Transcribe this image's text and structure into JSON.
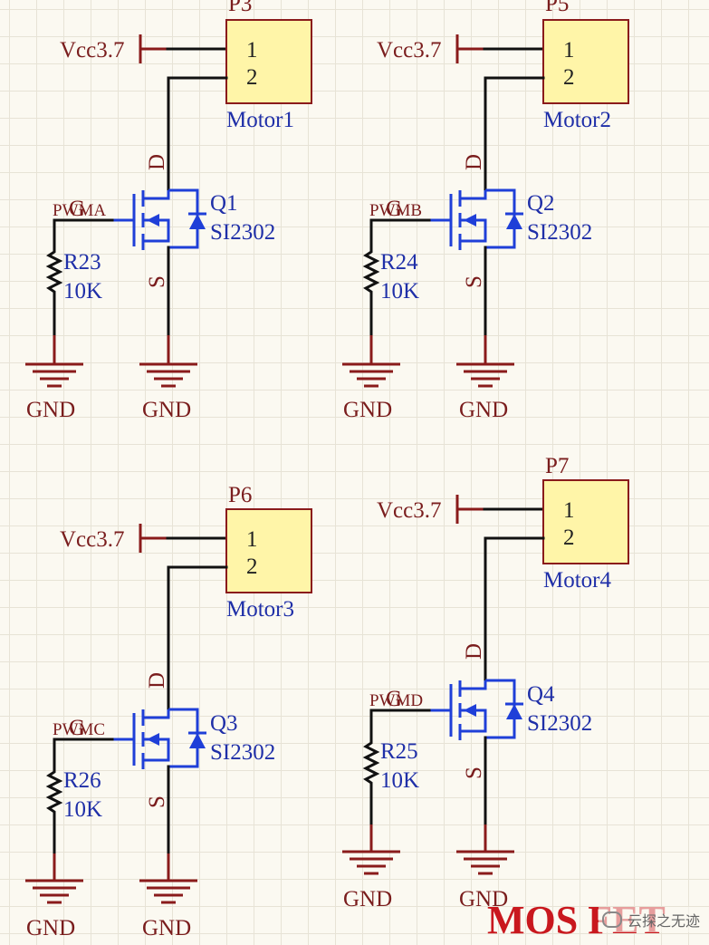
{
  "title": "MOS FET",
  "watermark": "云探之无迹",
  "colors": {
    "label_red": "#7a1d1d",
    "label_blue": "#1f2fa8",
    "mosfet_blue": "#1f3fd8",
    "connector_fill": "#fff5a8",
    "title_red": "#c9181e"
  },
  "channels": [
    {
      "connector": {
        "designator": "P3",
        "name": "Motor1",
        "pins": [
          "1",
          "2"
        ]
      },
      "supply": "Vcc3.7",
      "mosfet": {
        "designator": "Q1",
        "part": "SI2302",
        "drain": "D",
        "source": "S",
        "gate": "G"
      },
      "gate_net": "PWMA",
      "resistor": {
        "designator": "R23",
        "value": "10K"
      },
      "ground": [
        "GND",
        "GND"
      ]
    },
    {
      "connector": {
        "designator": "P5",
        "name": "Motor2",
        "pins": [
          "1",
          "2"
        ]
      },
      "supply": "Vcc3.7",
      "mosfet": {
        "designator": "Q2",
        "part": "SI2302",
        "drain": "D",
        "source": "S",
        "gate": "G"
      },
      "gate_net": "PWMB",
      "resistor": {
        "designator": "R24",
        "value": "10K"
      },
      "ground": [
        "GND",
        "GND"
      ]
    },
    {
      "connector": {
        "designator": "P6",
        "name": "Motor3",
        "pins": [
          "1",
          "2"
        ]
      },
      "supply": "Vcc3.7",
      "mosfet": {
        "designator": "Q3",
        "part": "SI2302",
        "drain": "D",
        "source": "S",
        "gate": "G"
      },
      "gate_net": "PWMC",
      "resistor": {
        "designator": "R26",
        "value": "10K"
      },
      "ground": [
        "GND",
        "GND"
      ]
    },
    {
      "connector": {
        "designator": "P7",
        "name": "Motor4",
        "pins": [
          "1",
          "2"
        ]
      },
      "supply": "Vcc3.7",
      "mosfet": {
        "designator": "Q4",
        "part": "SI2302",
        "drain": "D",
        "source": "S",
        "gate": "G"
      },
      "gate_net": "PWMD",
      "resistor": {
        "designator": "R25",
        "value": "10K"
      },
      "ground": [
        "GND",
        "GND"
      ]
    }
  ]
}
